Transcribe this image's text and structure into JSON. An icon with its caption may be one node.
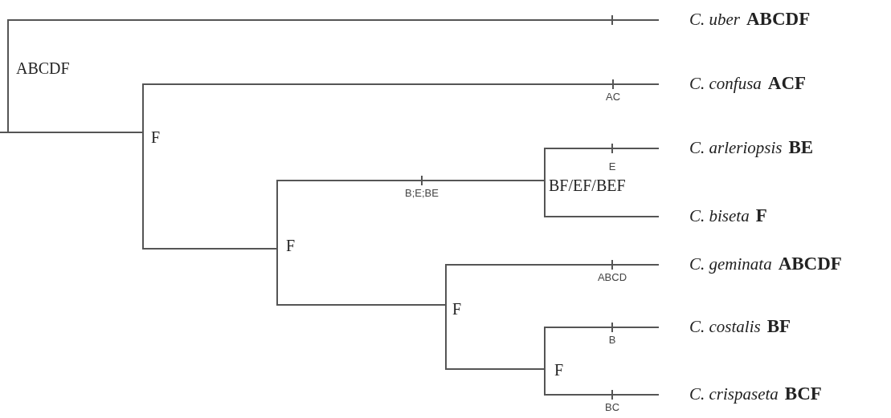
{
  "diagram": {
    "nodes": [
      {
        "text": [
          "ABCDF"
        ]
      },
      {
        "text": [
          "C. uber",
          "ABCDF"
        ]
      },
      {
        "text": [
          "F"
        ]
      },
      {
        "text": [
          "C. confusa",
          "ACF"
        ]
      },
      {
        "text": [
          "F"
        ]
      },
      {
        "text": [
          "BF/EF/BEF"
        ]
      },
      {
        "text": [
          "C. arleriopsis",
          "BE"
        ]
      },
      {
        "text": [
          "C. biseta",
          "F"
        ]
      },
      {
        "text": [
          "F"
        ]
      },
      {
        "text": [
          "C. geminata",
          "ABCDF"
        ]
      },
      {
        "text": [
          "F"
        ]
      },
      {
        "text": [
          "C. costalis",
          "BF"
        ]
      },
      {
        "text": [
          "C. crispaseta",
          "BCF"
        ]
      }
    ],
    "edges": [
      {
        "from": 0,
        "to": 1,
        "arrow": "none"
      },
      {
        "from": 0,
        "to": 2,
        "arrow": "none"
      },
      {
        "from": 2,
        "to": 3,
        "arrow": "none",
        "label": "AC"
      },
      {
        "from": 2,
        "to": 4,
        "arrow": "none"
      },
      {
        "from": 4,
        "to": 5,
        "arrow": "none",
        "label": "B;E;BE"
      },
      {
        "from": 4,
        "to": 8,
        "arrow": "none"
      },
      {
        "from": 5,
        "to": 6,
        "arrow": "none",
        "label": "E"
      },
      {
        "from": 5,
        "to": 7,
        "arrow": "none"
      },
      {
        "from": 8,
        "to": 9,
        "arrow": "none",
        "label": "ABCD"
      },
      {
        "from": 8,
        "to": 10,
        "arrow": "none"
      },
      {
        "from": 10,
        "to": 11,
        "arrow": "none",
        "label": "B"
      },
      {
        "from": 10,
        "to": 12,
        "arrow": "none",
        "label": "BC"
      }
    ]
  }
}
